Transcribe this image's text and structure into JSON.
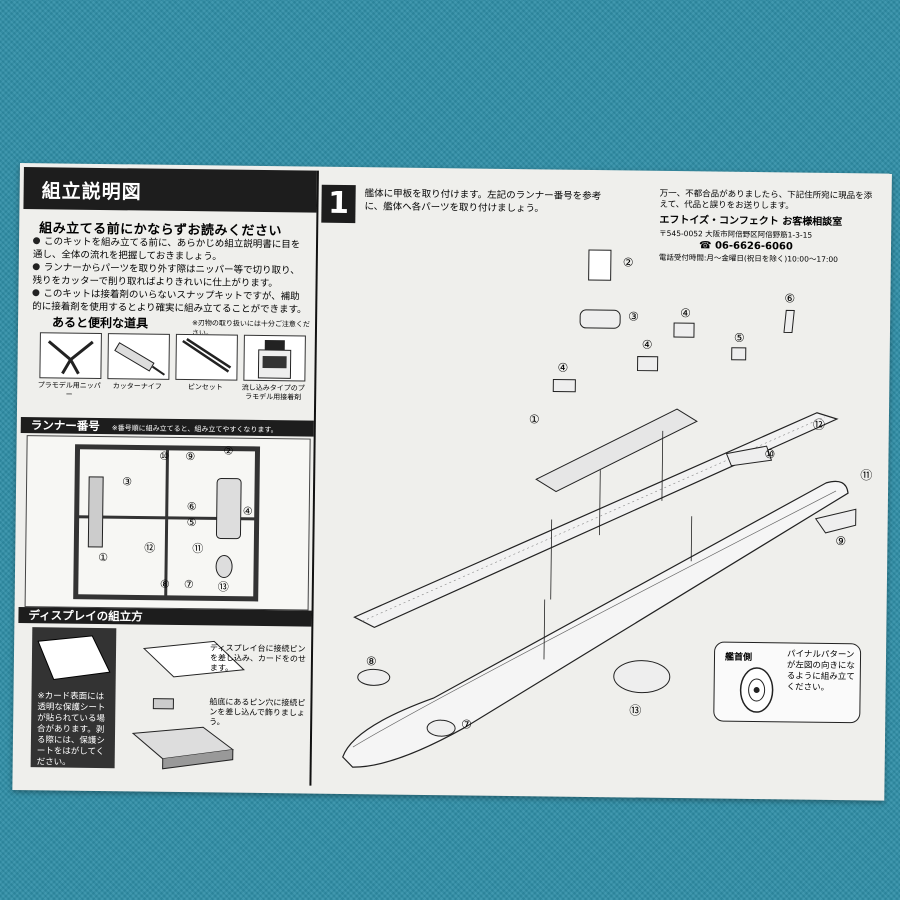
{
  "left": {
    "header_title": "組立説明図",
    "warning_title": "組み立てる前にかならずお読みください",
    "bullets": [
      "このキットを組み立てる前に、あらかじめ組立説明書に目を通し、全体の流れを把握しておきましょう。",
      "ランナーからパーツを取り外す際はニッパー等で切り取り、残りをカッターで削り取ればよりきれいに仕上がります。",
      "このキットは接着剤のいらないスナップキットですが、補助的に接着剤を使用するとより確実に組み立てることができます。"
    ],
    "tools_title": "あると便利な道具",
    "tools_note": "※刃物の取り扱いには十分ご注意ください。",
    "tools": [
      {
        "label": "プラモデル用ニッパー",
        "icon": "nipper-icon"
      },
      {
        "label": "カッターナイフ",
        "icon": "cutter-knife-icon"
      },
      {
        "label": "ピンセット",
        "icon": "tweezers-icon"
      },
      {
        "label": "流し込みタイプのプラモデル用接着剤",
        "icon": "glue-bottle-icon"
      }
    ],
    "runner_title": "ランナー番号",
    "runner_note": "※番号順に組み立てると、組み立てやすくなります。",
    "runner_numbers": [
      "⑩",
      "⑨",
      "②",
      "③",
      "①",
      "⑥",
      "⑤",
      "④",
      "⑫",
      "⑪",
      "⑧",
      "⑦",
      "⑬"
    ],
    "display_title": "ディスプレイの組立方",
    "card_note": "※カード表面には透明な保護シートが貼られている場合があります。剥る際には、保護シートをはがしてください。",
    "display_step1": "ディスプレイ台に接続ピンを差し込み、カードをのせます。",
    "display_step2": "船底にあるピン穴に接続ピンを差し込んで飾りましょう。"
  },
  "right": {
    "step_number": "1",
    "step_text": "艦体に甲板を取り付けます。左記のランナー番号を参考に、艦体へ各パーツを取り付けましょう。",
    "notice": "万一、不都合品がありましたら、下記住所宛に現品を添えて、代品と誤りをお送りします。",
    "company": "エフトイズ・コンフェクト お客様相談室",
    "address": "〒545-0052 大阪市阿倍野区阿倍野筋1-3-15",
    "phone": "☎ 06-6626-6060",
    "hours": "電話受付時間:月〜金曜日(祝日を除く)10:00〜17:00",
    "part_labels": [
      "②",
      "③",
      "④",
      "④",
      "④",
      "⑤",
      "⑥",
      "①",
      "⑫",
      "⑩",
      "⑪",
      "⑨",
      "⑧",
      "⑦",
      "⑬"
    ],
    "bow_label": "艦首側",
    "bow_text": "パイナルパターンが左図の向きになるように組み立てください。"
  }
}
